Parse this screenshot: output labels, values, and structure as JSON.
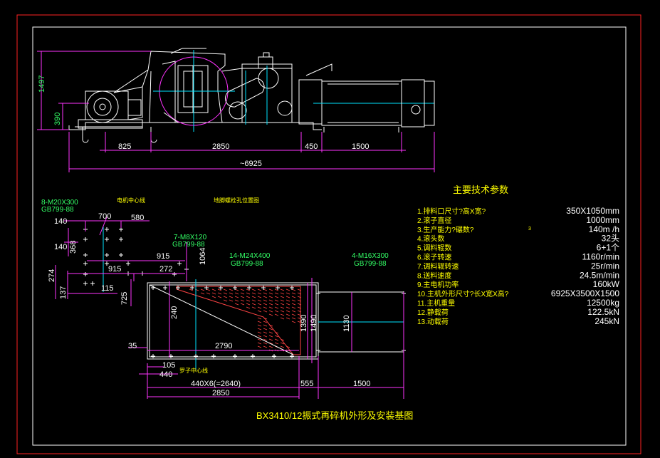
{
  "drawing": {
    "title": "BX3410/12振式再碎机外形及安装基图",
    "colors": {
      "background": "#000000",
      "frame": "#ff2222",
      "outline": "#ffffff",
      "dimension": "#ff33ff",
      "center_line": "#00e5ff",
      "label": "#33ff66",
      "text": "#ffff00"
    }
  },
  "elevation_dims": {
    "height_total": "1497",
    "height_lower": "390",
    "d1": "825",
    "d2": "2850",
    "d3": "450",
    "d4": "1500",
    "overall": "~6925"
  },
  "plan_labels": {
    "bolts_a_spec": "8-M20X300",
    "bolts_a_std": "GB799-88",
    "motor_center": "电机中心线",
    "hole_position": "地脚螺栓孔位置图",
    "bolts_b_spec": "7-M8X120",
    "bolts_b_std": "GB799-88",
    "bolts_c_spec": "14-M24X400",
    "bolts_c_std": "GB799-88",
    "bolts_d_spec": "4-M16X300",
    "bolts_d_std": "GB799-88",
    "roller_center": "罗子中心线"
  },
  "plan_dims": {
    "d140a": "140",
    "d700": "700",
    "d580": "580",
    "d140b": "140",
    "d368": "368",
    "d915a": "915",
    "d1064": "1064",
    "d274": "274",
    "d915b": "915",
    "d272": "272",
    "d137": "137",
    "d115": "115",
    "d725": "725",
    "d240": "240",
    "d1390": "1390",
    "d1490": "1490",
    "d1130": "1130",
    "d35": "35",
    "d2790": "2790",
    "d105": "105",
    "d440": "440",
    "d440x6": "440X6(=2640)",
    "d555": "555",
    "d1500": "1500",
    "d2850": "2850"
  },
  "params": {
    "heading": "主要技术参数",
    "rows": [
      {
        "label": "1.排料口尺寸?高X宽?",
        "value": "350X1050mm"
      },
      {
        "label": "2.滚子直径",
        "value": "1000mm"
      },
      {
        "label": "3.生产能力?碾数?",
        "value": "140m  /h"
      },
      {
        "label": "4.滚头数",
        "value": "32头"
      },
      {
        "label": "5.调料辊数",
        "value": "6+1个"
      },
      {
        "label": "6.滚子转速",
        "value": "1160r/min"
      },
      {
        "label": "7.调料辊转速",
        "value": "25r/min"
      },
      {
        "label": "8.送料速度",
        "value": "24.5m/min"
      },
      {
        "label": "9.主电机功率",
        "value": "160kW"
      },
      {
        "label": "10.主机外形尺寸?长X宽X高?",
        "value": "6925X3500X1500"
      },
      {
        "label": "11.主机重量",
        "value": "12500kg"
      },
      {
        "label": "12.静载荷",
        "value": "122.5kN"
      },
      {
        "label": "13.动载荷",
        "value": "245kN"
      }
    ],
    "superscript": "3"
  }
}
